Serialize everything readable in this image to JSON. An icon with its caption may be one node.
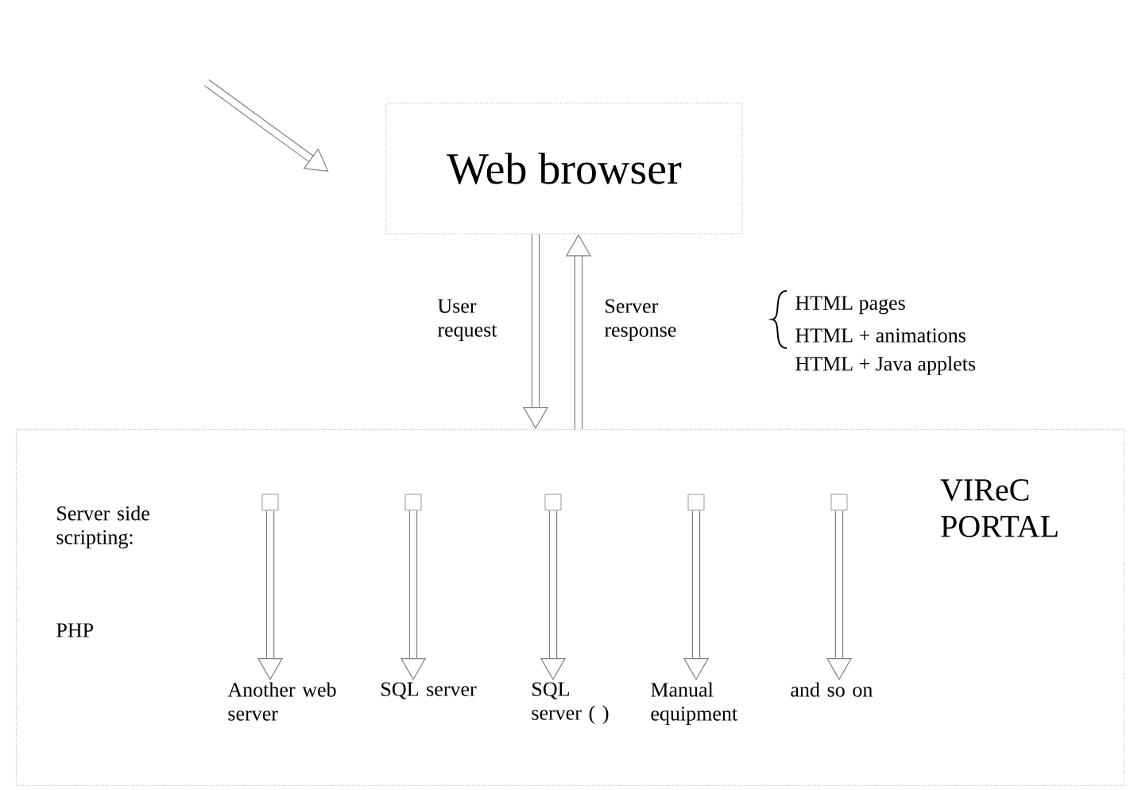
{
  "diagram": {
    "nodes": [
      {
        "text": [
          "Web browser"
        ]
      },
      {
        "text": [
          "VIReC PORTAL"
        ]
      },
      {
        "text": [],
        "shape": "box",
        "in": 1
      },
      {
        "text": [],
        "shape": "box",
        "in": 1
      },
      {
        "text": [],
        "shape": "box",
        "in": 1
      },
      {
        "text": [],
        "shape": "box",
        "in": 1
      },
      {
        "text": [],
        "shape": "box",
        "in": 1
      },
      {
        "text": [
          "Another web server"
        ],
        "in": 1
      },
      {
        "text": [
          "SQL server"
        ],
        "in": 1
      },
      {
        "text": [
          "SQL server ( )"
        ],
        "in": 1
      },
      {
        "text": [
          "Manual equipment"
        ],
        "in": 1
      },
      {
        "text": [
          "and so on"
        ],
        "in": 1
      }
    ],
    "edges": [
      {
        "from": null,
        "to": 0,
        "arrow": "to"
      },
      {
        "from": 0,
        "to": 1,
        "arrow": "to",
        "label": "User request"
      },
      {
        "from": 1,
        "to": 0,
        "arrow": "to",
        "label": "Server response"
      },
      {
        "from": 2,
        "to": 7,
        "arrow": "to"
      },
      {
        "from": 3,
        "to": 8,
        "arrow": "to"
      },
      {
        "from": 4,
        "to": 9,
        "arrow": "to"
      },
      {
        "from": 5,
        "to": 10,
        "arrow": "to"
      },
      {
        "from": 6,
        "to": 11,
        "arrow": "to"
      }
    ],
    "labels": [
      "HTML pages",
      "HTML + animations",
      "HTML + Java applets",
      "Server side scripting:",
      "PHP"
    ]
  }
}
